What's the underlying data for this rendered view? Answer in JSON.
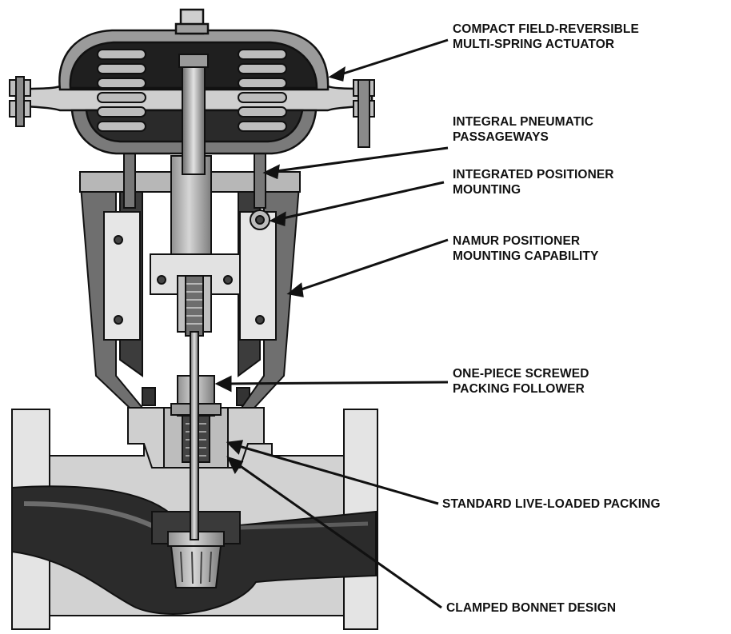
{
  "colors": {
    "ink": "#111111",
    "metal_light": "#c9c9c9",
    "metal_mid": "#9a9a9a",
    "metal_dark": "#5a5a5a",
    "cavity": "#2a2a2a",
    "paper": "#ffffff"
  },
  "callouts": [
    {
      "lines": [
        "COMPACT FIELD-REVERSIBLE",
        "MULTI-SPRING ACTUATOR"
      ]
    },
    {
      "lines": [
        "INTEGRAL PNEUMATIC",
        "PASSAGEWAYS"
      ]
    },
    {
      "lines": [
        "INTEGRATED POSITIONER",
        "MOUNTING"
      ]
    },
    {
      "lines": [
        "NAMUR POSITIONER",
        "MOUNTING CAPABILITY"
      ]
    },
    {
      "lines": [
        "ONE-PIECE SCREWED",
        "PACKING FOLLOWER"
      ]
    },
    {
      "lines": [
        "STANDARD LIVE-LOADED PACKING"
      ]
    },
    {
      "lines": [
        "CLAMPED BONNET DESIGN"
      ]
    }
  ]
}
